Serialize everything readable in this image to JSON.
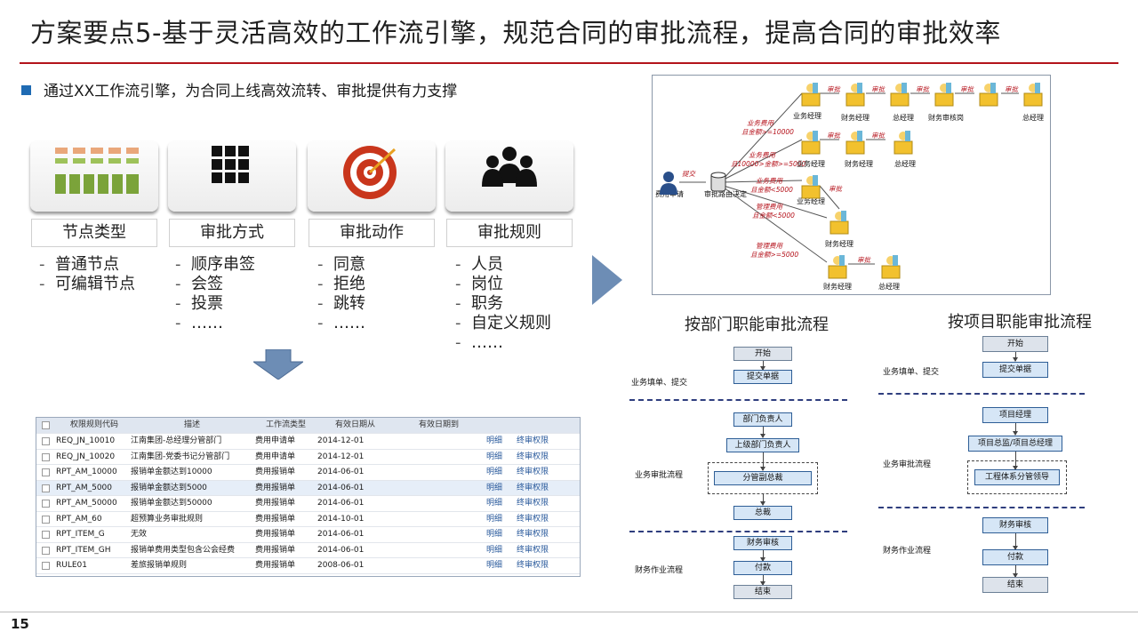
{
  "title": "方案要点5-基于灵活高效的工作流引擎，规范合同的审批流程，提高合同的审批效率",
  "bullet": "通过XX工作流引擎，为合同上线高效流转、审批提供有力支撑",
  "columns": [
    {
      "label": "节点类型",
      "items": [
        "普通节点",
        "可编辑节点"
      ]
    },
    {
      "label": "审批方式",
      "items": [
        "顺序串签",
        "会签",
        "投票",
        "……"
      ]
    },
    {
      "label": "审批动作",
      "items": [
        "同意",
        "拒绝",
        "跳转",
        "……"
      ]
    },
    {
      "label": "审批规则",
      "items": [
        "人员",
        "岗位",
        "职务",
        "自定义规则",
        "……"
      ]
    }
  ],
  "table": {
    "headers": [
      "权限规则代码",
      "描述",
      "工作流类型",
      "有效日期从",
      "有效日期到"
    ],
    "rows": [
      [
        "REQ_JN_10010",
        "江南集团-总经理分管部门",
        "费用申请单",
        "2014-12-01",
        "",
        "明细",
        "终审权限"
      ],
      [
        "REQ_JN_10020",
        "江南集团-党委书记分管部门",
        "费用申请单",
        "2014-12-01",
        "",
        "明细",
        "终审权限"
      ],
      [
        "RPT_AM_10000",
        "报销单金额达到10000",
        "费用报销单",
        "2014-06-01",
        "",
        "明细",
        "终审权限"
      ],
      [
        "RPT_AM_5000",
        "报销单金额达到5000",
        "费用报销单",
        "2014-06-01",
        "",
        "明细",
        "终审权限"
      ],
      [
        "RPT_AM_50000",
        "报销单金额达到50000",
        "费用报销单",
        "2014-06-01",
        "",
        "明细",
        "终审权限"
      ],
      [
        "RPT_AM_60",
        "超预算业务审批规则",
        "费用报销单",
        "2014-10-01",
        "",
        "明细",
        "终审权限"
      ],
      [
        "RPT_ITEM_G",
        "无效",
        "费用报销单",
        "2014-06-01",
        "",
        "明细",
        "终审权限"
      ],
      [
        "RPT_ITEM_GH",
        "报销单费用类型包含公会经费",
        "费用报销单",
        "2014-06-01",
        "",
        "明细",
        "终审权限"
      ],
      [
        "RULE01",
        "差旅报销单规则",
        "费用报销单",
        "2008-06-01",
        "",
        "明细",
        "终审权限"
      ]
    ]
  },
  "wf": {
    "start_person": "费用申请",
    "submit": "提交",
    "decision": "审批路由决定",
    "approve": "审批",
    "cond1": [
      "业务费用",
      "且金额>=10000"
    ],
    "cond2": [
      "业务费用",
      "且10000>金额>=5000"
    ],
    "cond3": [
      "业务费用",
      "且金额<5000"
    ],
    "cond4": [
      "管理费用",
      "且金额<5000"
    ],
    "cond5": [
      "管理费用",
      "且金额>=5000"
    ],
    "row1": [
      "业务经理",
      "财务经理",
      "总经理",
      "财务审核岗",
      "总经理"
    ],
    "row2": [
      "业务经理",
      "财务经理",
      "总经理"
    ],
    "row3": [
      "业务经理"
    ],
    "row4": [
      "财务经理"
    ],
    "row5": [
      "财务经理",
      "总经理"
    ]
  },
  "flow_dept": {
    "title": "按部门职能审批流程",
    "sections": [
      "业务填单、提交",
      "业务审批流程",
      "财务作业流程"
    ],
    "steps": [
      "开始",
      "提交单据",
      "部门负责人",
      "上级部门负责人",
      "分管副总裁",
      "总裁",
      "财务审核",
      "付款",
      "结束"
    ]
  },
  "flow_proj": {
    "title": "按项目职能审批流程",
    "sections": [
      "业务填单、提交",
      "业务审批流程",
      "财务作业流程"
    ],
    "steps": [
      "开始",
      "提交单据",
      "项目经理",
      "项目总监/项目总经理",
      "工程体系分管领导",
      "财务审核",
      "付款",
      "结束"
    ]
  },
  "page_number": "15"
}
